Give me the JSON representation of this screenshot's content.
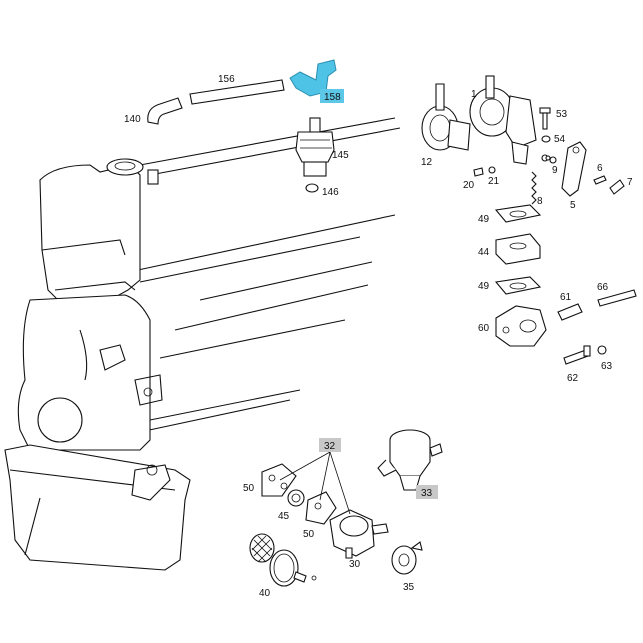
{
  "diagram": {
    "highlight_color": "#4fc3e6",
    "callouts": {
      "c156": "156",
      "c158": "158",
      "c140": "140",
      "c145": "145",
      "c146": "146",
      "c1": "1",
      "c53": "53",
      "c54": "54",
      "c12": "12",
      "c20": "20",
      "c21": "21",
      "c9": "9",
      "c6": "6",
      "c7": "7",
      "c8": "8",
      "c5": "5",
      "c49a": "49",
      "c44": "44",
      "c49b": "49",
      "c61": "61",
      "c66": "66",
      "c60": "60",
      "c62": "62",
      "c63": "63",
      "c32": "32",
      "c33": "33",
      "c50a": "50",
      "c45": "45",
      "c50b": "50",
      "c30": "30",
      "c35": "35",
      "c40": "40"
    }
  }
}
